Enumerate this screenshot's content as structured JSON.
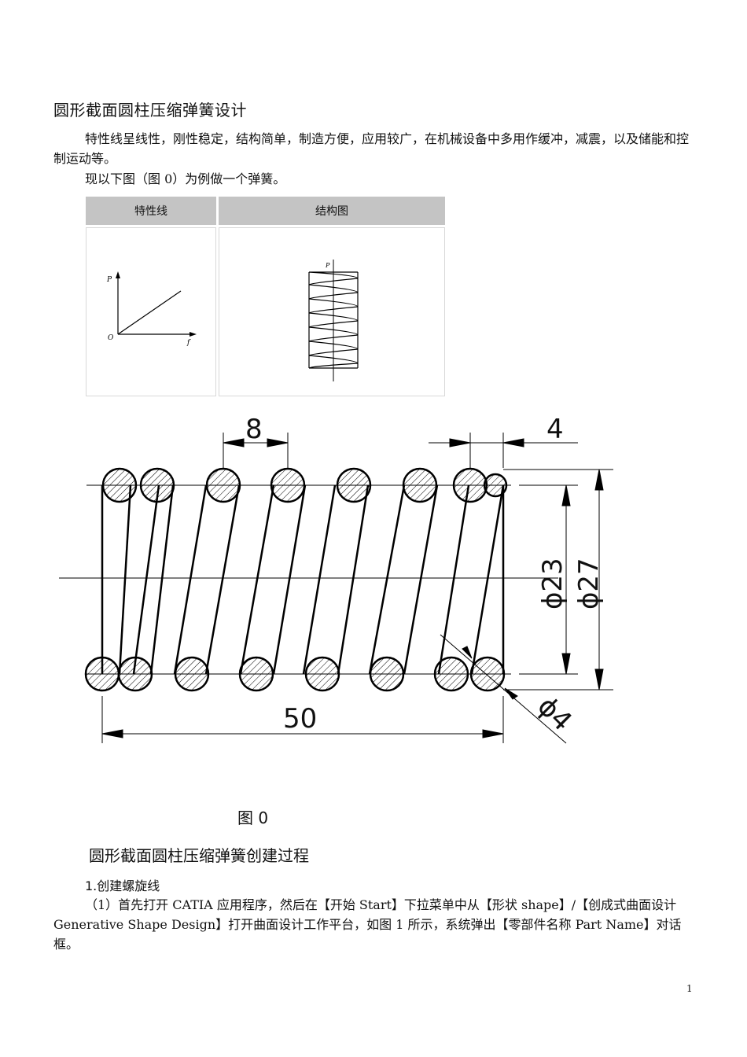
{
  "doc": {
    "title": "圆形截面圆柱压缩弹簧设计",
    "intro": "特性线呈线性，刚性稳定，结构简单，制造方便，应用较广，在机械设备中多用作缓冲，减震，以及储能和控制运动等。",
    "example": "现以下图（图 0）为例做一个弹簧。",
    "table": {
      "headers": [
        "特性线",
        "结构图"
      ],
      "graph_labels": {
        "p_axis": "P",
        "origin": "O",
        "f_axis": "f"
      },
      "spring_label": "P"
    },
    "drawing": {
      "dims": {
        "pitch": "8",
        "end": "4",
        "inner_dia": "ϕ23",
        "outer_dia": "ϕ27",
        "length": "50",
        "wire_dia": "ϕ4"
      }
    },
    "figure_caption": "图 0",
    "section_title": "圆形截面圆柱压缩弹簧创建过程",
    "step_title": "1.创建螺旋线",
    "step_text": "（1）首先打开 CATIA 应用程序，然后在【开始 Start】下拉菜单中从【形状 shape】/【创成式曲面设计 Generative Shape Design】打开曲面设计工作平台，如图 1 所示，系统弹出【零部件名称 Part Name】对话框。",
    "page_number": "1"
  }
}
